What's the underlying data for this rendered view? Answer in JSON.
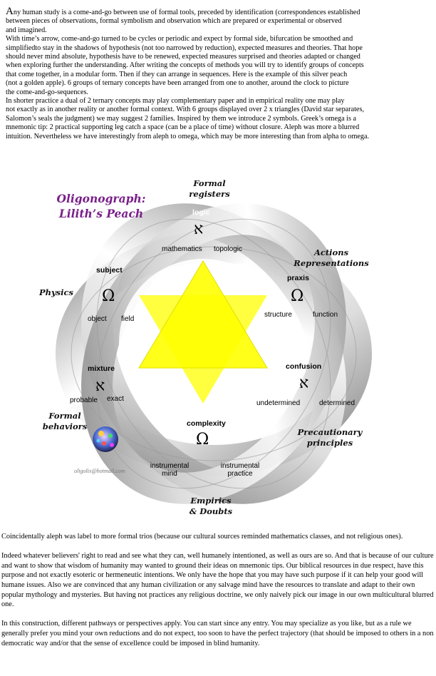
{
  "intro": {
    "lines": [
      "Any human study is a come-and-go between use of formal tools, preceded by identification (correspondences established",
      "between pieces of observations, formal symbolism and observation which are prepared or experimental or observed",
      "and imagined.",
      "With time’s arrow, come-and-go turned to be cycles or periodic and expect by formal side, bifurcation be smoothed and",
      "simplifiedto stay in the shadows of hypothesis (not too narrowed by reduction), expected measures and theories. That hope",
      " should never mind absolute,  hypothesis have to be renewed, expected measures surprised and theories adapted or changed",
      "when exploring further the understanding.  After writing the concepts of methods you will try to identify groups of concepts",
      "that come together, in a modular form. Then if they can arrange in sequences. Here is the example of this silver peach",
      "(not a golden apple). 6 groups of ternary concepts have been arranged from one to another, around the clock to picture",
      "the come-and-go-sequences.",
      "In shorter practice a dual of  2 ternary concepts may play complementary paper and in empirical reality one may play",
      "not exactly as in another reality or another formal context. With 6 groups displayed over 2 x triangles (David star separates,",
      "Salomon’s seals the judgment) we may suggest 2 families. Inspired by them we introduce 2 symbols. Greek’s omega is a",
      "mnemonic tip: 2 practical supporting leg catch a space (can be a place of time) without closure. Aleph was more a blurred",
      " intuition. Nevertheless we have interestingly from aleph to omega,  which may be more interesting than from alpha to omega."
    ]
  },
  "diagram": {
    "title_line1": "Oligonograph:",
    "title_line2": "Lilith’s Peach",
    "outer": {
      "top_line1": "Formal",
      "top_line2": "registers",
      "right_top_line1": "Actions",
      "right_top_line2": "Representations",
      "left": "Physics",
      "left_bottom_line1": "Formal",
      "left_bottom_line2": "behaviors",
      "right_bottom_line1": "Precautionary",
      "right_bottom_line2": "principles",
      "bottom_line1": "Empirics",
      "bottom_line2": "& Doubts"
    },
    "nodes": {
      "logic": {
        "name": "logic",
        "symbol": "א",
        "left": "mathematics",
        "right": "topologic"
      },
      "praxis": {
        "name": "praxis",
        "symbol": "Ω",
        "left": "structure",
        "right": "function"
      },
      "confusion": {
        "name": "confusion",
        "symbol": "א",
        "left": "undetermined",
        "right": "determined"
      },
      "complexity": {
        "name": "complexity",
        "symbol": "Ω",
        "left_line1": "instrumental",
        "left_line2": "mind",
        "right_line1": "instrumental",
        "right_line2": "practice"
      },
      "mixture": {
        "name": "mixture",
        "symbol": "א",
        "left": "probable",
        "right": "exact"
      },
      "subject": {
        "name": "subject",
        "symbol": "Ω",
        "left": "object",
        "right": "field"
      }
    },
    "email": "oligolix@hotmail.com",
    "colors": {
      "star": "#ffff00",
      "title": "#7a1f8a",
      "ring": "#9a9a9a"
    }
  },
  "outro": {
    "p1": "Coincidentally aleph was label to more formal trios (because our cultural sources reminded mathematics classes, and not religious ones).",
    "p2": "Indeed whatever believers' right to read and see what they can, well humanely intentioned, as well as ours are so. And that is because of our culture and want to show that wisdom of humanity may wanted to ground their ideas on mnemonic tips. Our biblical resources in due respect, have this purpose and not exactly esoteric or hermeneutic intentions. We only have the hope that you may have such purpose if it can help your good will humane issues. Also we are convinced that any human civilization or any salvage mind have the resources to translate and adapt to their own popular mythology and mysteries. But having not practices any religious doctrine, we only naively pick our image in our own multicultural blurred one.",
    "p3": "In this construction, different pathways or perspectives apply. You can start since any entry. You may specialize as you like, but as a rule we generally prefer you mind your own reductions and do not expect, too soon to have the perfect trajectory (that should be imposed to others in a non democratic way and/or that the sense of excellence could be imposed in blind humanity."
  }
}
